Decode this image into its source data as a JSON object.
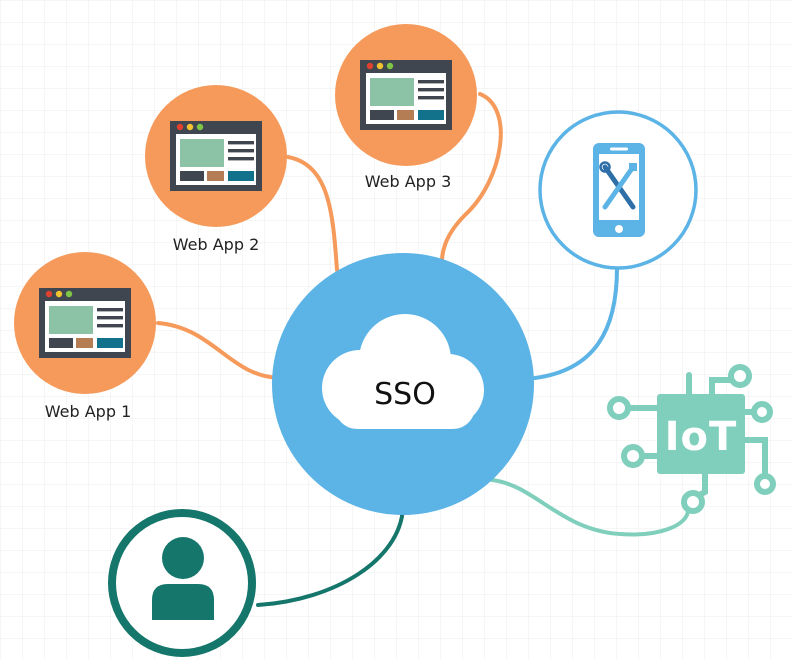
{
  "center": {
    "label": "SSO",
    "icon": "cloud-icon"
  },
  "apps": [
    {
      "label": "Web App 1",
      "icon": "browser-window-icon"
    },
    {
      "label": "Web App 2",
      "icon": "browser-window-icon"
    },
    {
      "label": "Web App 3",
      "icon": "browser-window-icon"
    }
  ],
  "mobile": {
    "icon": "smartphone-tools-icon"
  },
  "iot": {
    "label": "IoT",
    "icon": "iot-chip-icon"
  },
  "user": {
    "icon": "user-icon"
  },
  "colors": {
    "app_orange": "#F59A5A",
    "sso_blue": "#5BB3E6",
    "mobile_blue": "#5BB3E6",
    "iot_teal": "#7FCFBC",
    "user_green": "#15766B",
    "window_dark": "#3F4650",
    "window_green": "#8CC3A6",
    "window_brown": "#B57D53",
    "window_teal": "#13728B"
  }
}
